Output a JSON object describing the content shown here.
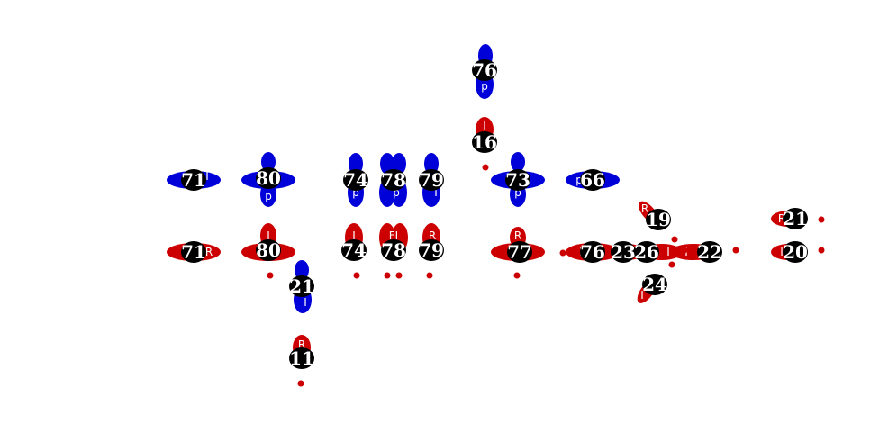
{
  "colors": {
    "blue_lobe": "#0000d8",
    "red_lobe": "#cc0000",
    "badge": "#000000",
    "dot": "#cc0000",
    "label": "#ffffff"
  },
  "top_group": [
    {
      "id": "71-top",
      "label": "71",
      "mini": "I",
      "orientation": "horizontal"
    },
    {
      "id": "80-top",
      "label": "80",
      "mini": "p",
      "orientation": "cross"
    },
    {
      "id": "74-top",
      "label": "74",
      "mini": "p",
      "orientation": "vertical"
    },
    {
      "id": "78-top",
      "label": "78",
      "mini": "p",
      "orientation": "double"
    },
    {
      "id": "79-top",
      "label": "79",
      "mini": "I",
      "orientation": "vertical"
    },
    {
      "id": "76-upper",
      "label": "76",
      "mini": "p",
      "orientation": "vertical"
    },
    {
      "id": "16-upper",
      "label": "16",
      "mini": "I",
      "orientation": "vertical-red"
    },
    {
      "id": "73-top",
      "label": "73",
      "mini": "p",
      "orientation": "cross"
    },
    {
      "id": "66-top",
      "label": "66",
      "mini": "p",
      "orientation": "horizontal"
    },
    {
      "id": "21-left",
      "label": "21",
      "mini": "I",
      "orientation": "vertical"
    },
    {
      "id": "11-left",
      "label": "11",
      "mini": "R",
      "orientation": "vertical-red"
    }
  ],
  "bottom_group": [
    {
      "id": "71-bottom",
      "label": "71",
      "mini": "R"
    },
    {
      "id": "80-bottom",
      "label": "80",
      "mini": "I"
    },
    {
      "id": "74-bottom",
      "label": "74",
      "mini": "I"
    },
    {
      "id": "78-bottom",
      "label": "78",
      "mini": "FI"
    },
    {
      "id": "79-bottom",
      "label": "79",
      "mini": "R"
    },
    {
      "id": "77-bottom",
      "label": "77",
      "mini": "R"
    },
    {
      "id": "76-bottom",
      "label": "76",
      "mini": "I"
    },
    {
      "id": "23-bottom",
      "label": "23",
      "mini": "I"
    },
    {
      "id": "26-bottom",
      "label": "26",
      "mini": "I"
    },
    {
      "id": "22-bottom",
      "label": "22",
      "mini": "I"
    },
    {
      "id": "19-right",
      "label": "19",
      "mini": "R"
    },
    {
      "id": "24-right",
      "label": "24",
      "mini": "I"
    },
    {
      "id": "21-right",
      "label": "21",
      "mini": "R"
    },
    {
      "id": "20-right",
      "label": "20",
      "mini": "I"
    }
  ]
}
